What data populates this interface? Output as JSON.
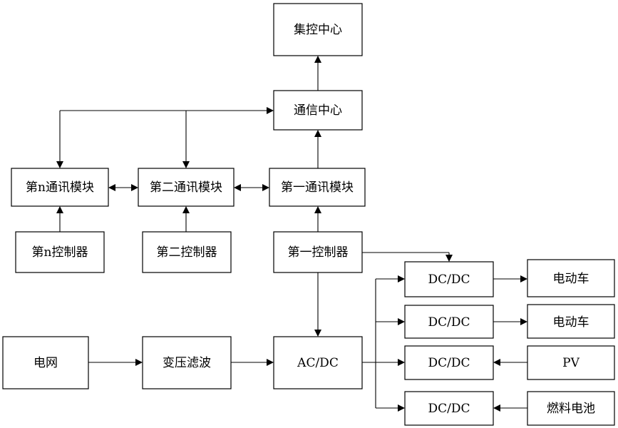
{
  "nodes": {
    "control_center": "集控中心",
    "comm_center": "通信中心",
    "comm_module_n": "第n通讯模块",
    "comm_module_2": "第二通讯模块",
    "comm_module_1": "第一通讯模块",
    "controller_n": "第n控制器",
    "controller_2": "第二控制器",
    "controller_1": "第一控制器",
    "grid": "电网",
    "transformer_filter": "变压滤波",
    "acdc": "AC/DC",
    "dcdc_1": "DC/DC",
    "dcdc_2": "DC/DC",
    "dcdc_3": "DC/DC",
    "dcdc_4": "DC/DC",
    "ev_1": "电动车",
    "ev_2": "电动车",
    "pv": "PV",
    "fuel_cell": "燃料电池"
  },
  "colors": {
    "line": "#000000",
    "box_fill": "#ffffff",
    "text": "#000000"
  }
}
